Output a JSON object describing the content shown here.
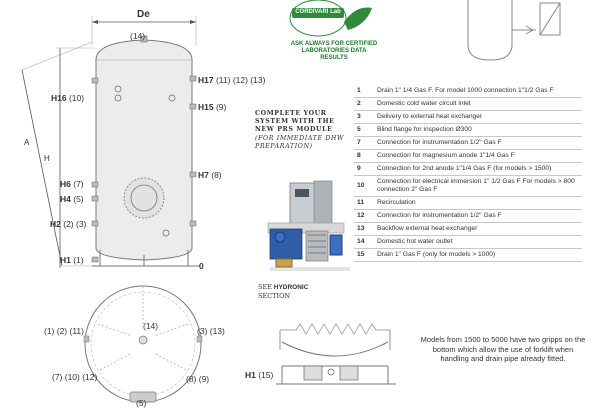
{
  "badge": {
    "brand": "CORDIVARI Lab",
    "slogan": "ASK ALWAYS FOR CERTIFIED LABORATORIES DATA RESULTS"
  },
  "diagram_labels": {
    "de": "De",
    "a": "A",
    "h": "H",
    "top14": "(14)",
    "h17": "H17",
    "h17_ref": "(11) (12) (13)",
    "h16": "H16",
    "h16_ref": "(10)",
    "h15": "H15",
    "h15_ref": "(9)",
    "h6": "H6",
    "h6_ref": "(7)",
    "h4": "H4",
    "h4_ref": "(5)",
    "h7": "H7",
    "h7_ref": "(8)",
    "h2": "H2",
    "h2_ref": "(2) (3)",
    "h1": "H1",
    "h1_ref": "(1)",
    "zero": "0"
  },
  "plan_labels": {
    "left_top": "(1) (2) (11)",
    "center": "(14)",
    "right_top": "(3) (13)",
    "left_bottom": "(7) (10) (12)",
    "right_bottom": "(8) (9)",
    "bottom": "(5)"
  },
  "module_panel": {
    "line1": "Complete your",
    "line2": "system with the",
    "line3": "new PRS module",
    "line4": "(For immediate DHW",
    "line5": "preparation)",
    "see_prefix": "See",
    "see_bold": "HYDRONIC",
    "see_suffix": "section"
  },
  "items": [
    {
      "num": "1",
      "desc": "Drain 1\" 1/4 Gas F. For model 1000 connection 1\"1/2 Gas F"
    },
    {
      "num": "2",
      "desc": "Domestic cold water circuit inlet"
    },
    {
      "num": "3",
      "desc": "Delivery to external heat exchanger"
    },
    {
      "num": "5",
      "desc": "Blind flange for inspection Ø300"
    },
    {
      "num": "7",
      "desc": "Connection for instrumentation 1/2\" Gas F"
    },
    {
      "num": "8",
      "desc": "Connection for magnesium anode 1\"1/4 Gas F"
    },
    {
      "num": "9",
      "desc": "Connection for 2nd anode 1\"1/4 Gas F (for models > 1500)"
    },
    {
      "num": "10",
      "desc": "Connection for electrical immersion 1\" 1/2 Gas F For models > 800 connection 2\" Gas F"
    },
    {
      "num": "11",
      "desc": "Recirculation"
    },
    {
      "num": "12",
      "desc": "Connection for instrumentation 1/2\" Gas F"
    },
    {
      "num": "13",
      "desc": "Backflow external heat exchanger"
    },
    {
      "num": "14",
      "desc": "Domestic hot water outlet"
    },
    {
      "num": "15",
      "desc": "Drain 1\" Gas F (only for models > 1000)"
    }
  ],
  "bottom_detail": {
    "h1": "H1",
    "h1_ref": "(15)"
  },
  "note": "Models from 1500 to 5000 have two gripps on the bottom which allow the use of forklift when handling and drain pipe already fitted."
}
